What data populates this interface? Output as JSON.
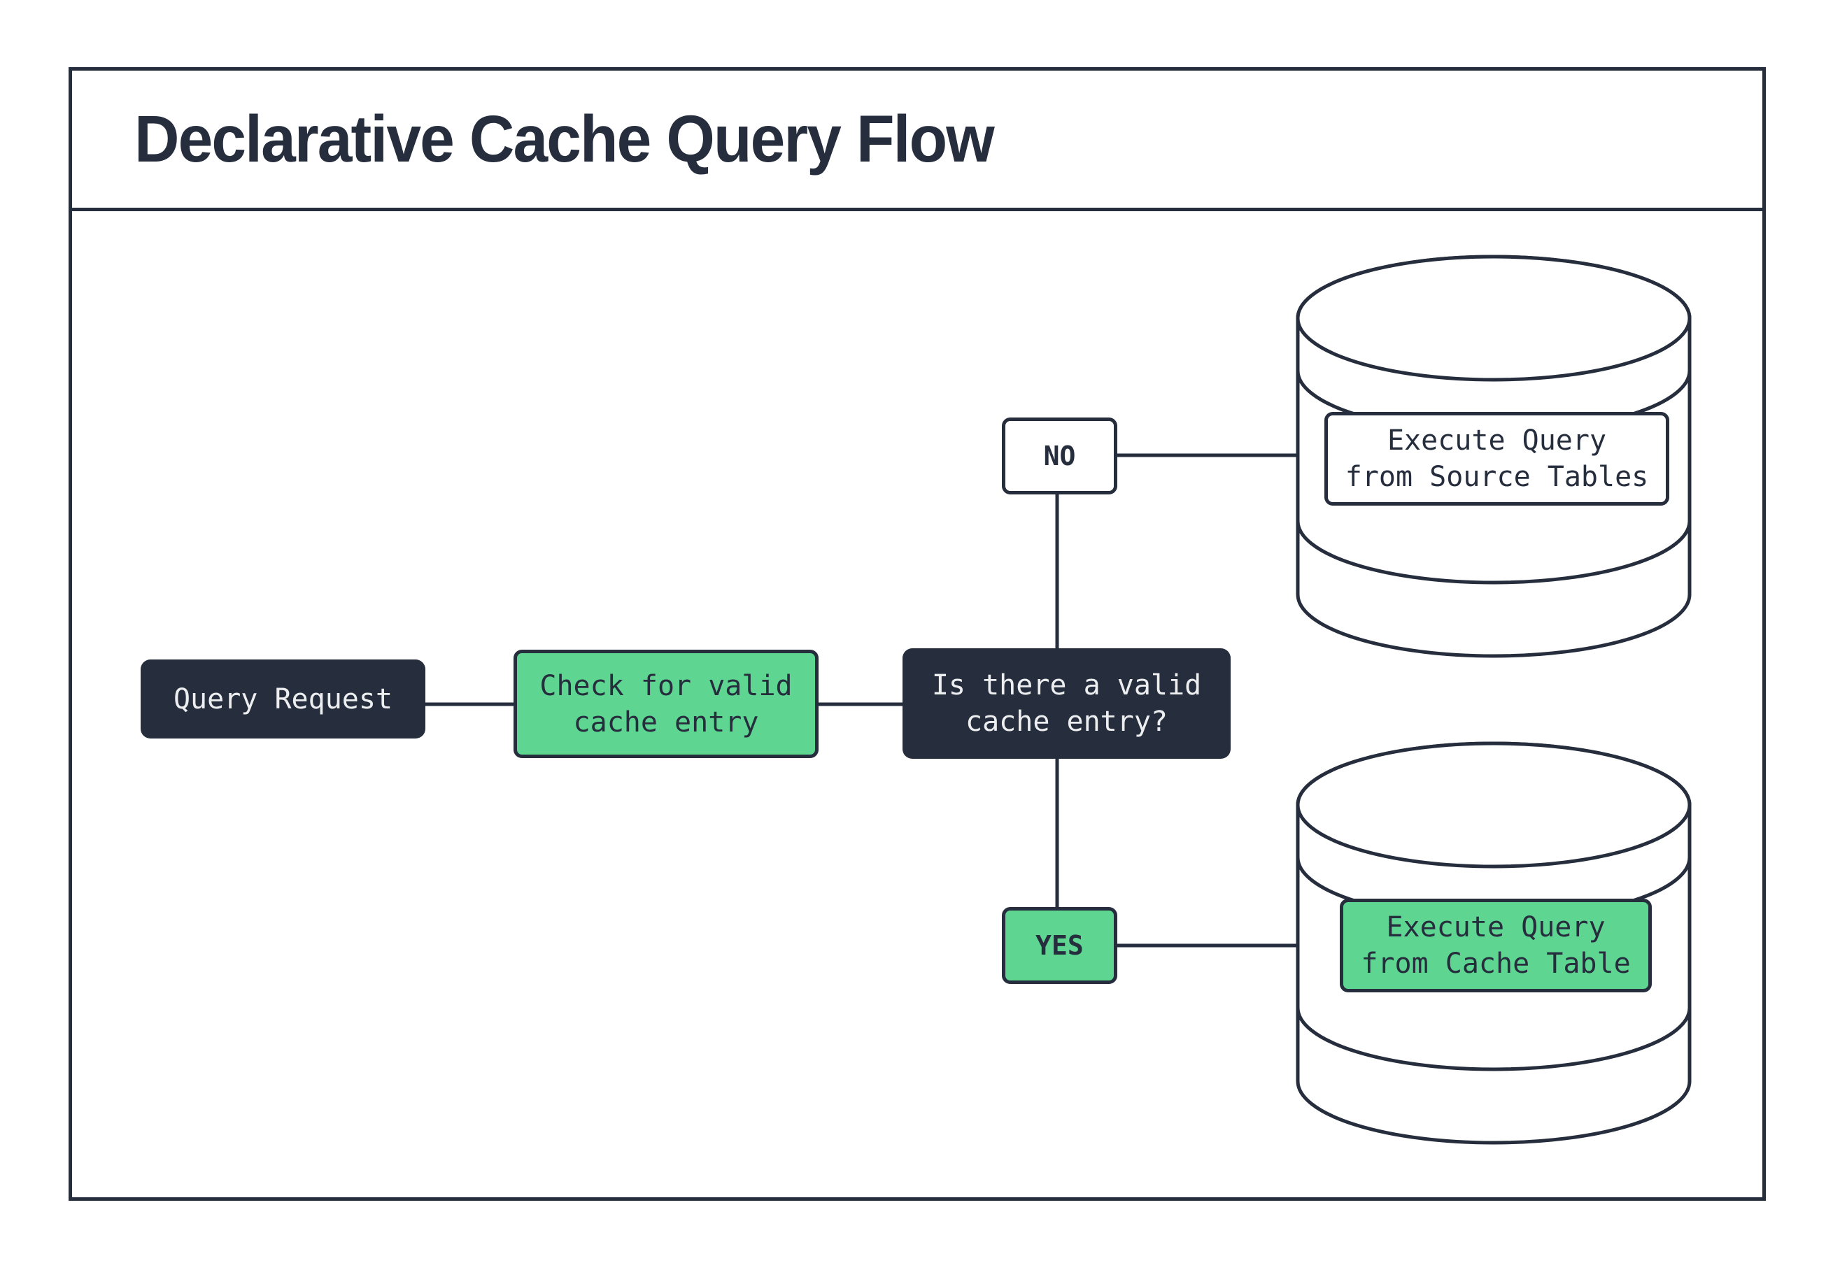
{
  "title": "Declarative Cache Query Flow",
  "colors": {
    "dark_navy": "#262d3d",
    "green": "#5ed692",
    "light_text": "#eceef0",
    "background": "#ffffff"
  },
  "nodes": {
    "query_request": {
      "label": "Query Request"
    },
    "check_cache": {
      "label": "Check for valid\ncache entry"
    },
    "decision": {
      "label": "Is there a valid\ncache entry?"
    },
    "no_branch": {
      "label": "NO"
    },
    "yes_branch": {
      "label": "YES"
    },
    "source_db": {
      "label": "Execute Query\nfrom Source Tables"
    },
    "cache_db": {
      "label": "Execute Query\nfrom Cache Table"
    }
  }
}
